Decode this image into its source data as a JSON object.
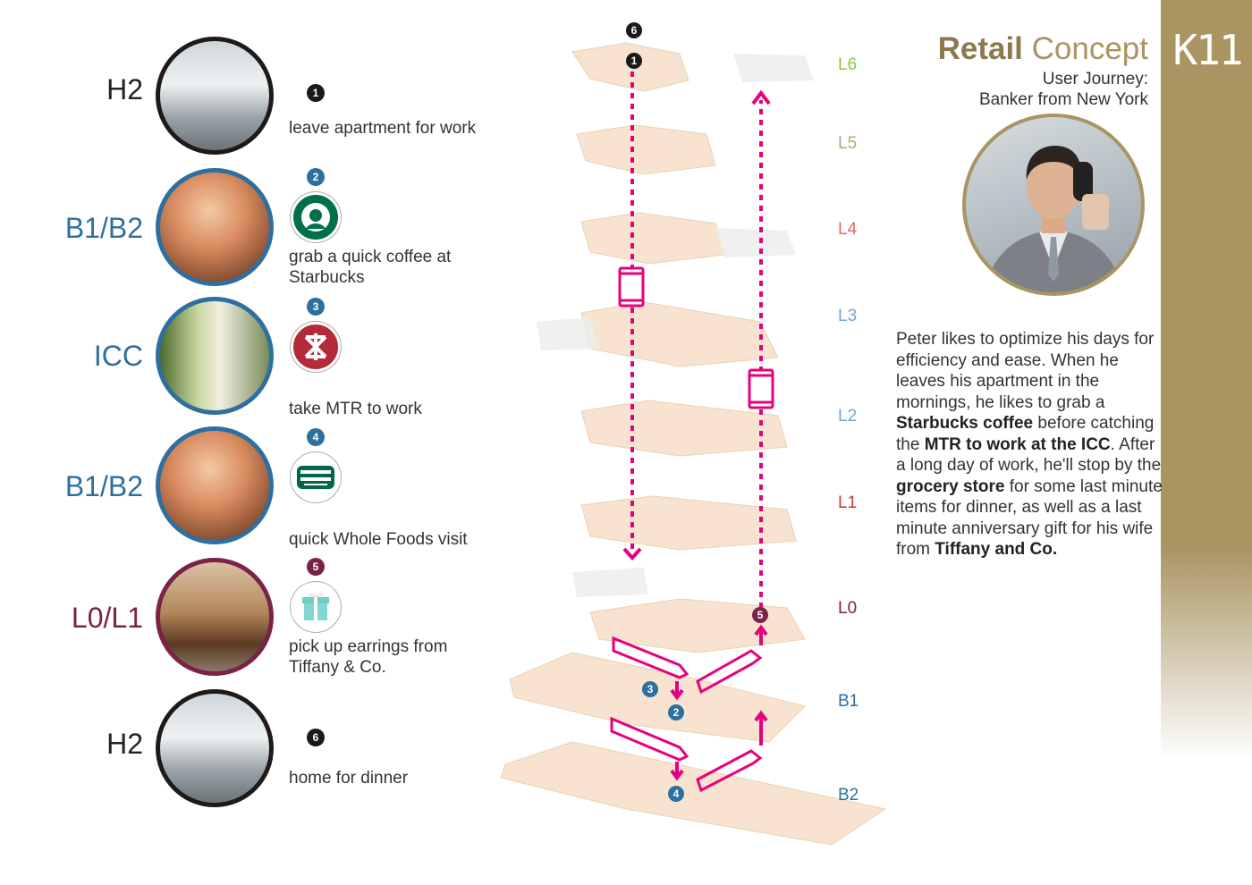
{
  "header": {
    "title_bold": "Retail",
    "title_light": "Concept",
    "subtitle_line1": "User Journey:",
    "subtitle_line2": "Banker from New York",
    "brand": "K11"
  },
  "story": {
    "p1": "Peter likes to optimize his days for efficiency and ease. When he leaves his apartment in the mornings, he likes to grab a ",
    "b1": "Starbucks coffee",
    "p2": " before catching the ",
    "b2": "MTR to work at the ICC",
    "p3": ". After a long day of work, he'll stop by the ",
    "b3": "grocery store",
    "p4": " for some last minute items for dinner, as well as a last minute anniversary gift for his wife from ",
    "b4": "Tiffany and Co."
  },
  "steps": [
    {
      "level": "H2",
      "num": "1",
      "caption": "leave apartment for work",
      "color": "#222222"
    },
    {
      "level": "B1/B2",
      "num": "2",
      "caption": "grab a quick coffee at Starbucks",
      "color": "#2f6f9f",
      "logo": "starbucks-logo"
    },
    {
      "level": "ICC",
      "num": "3",
      "caption": "take MTR to work",
      "color": "#2f6f9f",
      "logo": "mtr-logo"
    },
    {
      "level": "B1/B2",
      "num": "4",
      "caption": "quick Whole Foods visit",
      "color": "#2f6f9f",
      "logo": "whole-foods-logo"
    },
    {
      "level": "L0/L1",
      "num": "5",
      "caption": "pick up earrings from Tiffany & Co.",
      "color": "#7a2346",
      "logo": "tiffany-logo"
    },
    {
      "level": "H2",
      "num": "6",
      "caption": "home for dinner",
      "color": "#222222"
    }
  ],
  "floors": [
    {
      "label": "L6",
      "color": "#8dc63f"
    },
    {
      "label": "L5",
      "color": "#b9a37a"
    },
    {
      "label": "L4",
      "color": "#e8675f"
    },
    {
      "label": "L3",
      "color": "#6fa8d6"
    },
    {
      "label": "L2",
      "color": "#6fa8d6"
    },
    {
      "label": "L1",
      "color": "#c0392b"
    },
    {
      "label": "L0",
      "color": "#7a2346"
    },
    {
      "label": "B1",
      "color": "#2f6f9f"
    },
    {
      "label": "B2",
      "color": "#2f6f9f"
    }
  ],
  "map_markers": [
    "6",
    "1",
    "5",
    "3",
    "2",
    "4"
  ],
  "colors": {
    "accent_gold": "#a99462",
    "route_magenta": "#e6007e",
    "blue": "#2f6f9f",
    "burgundy": "#7a2346"
  }
}
